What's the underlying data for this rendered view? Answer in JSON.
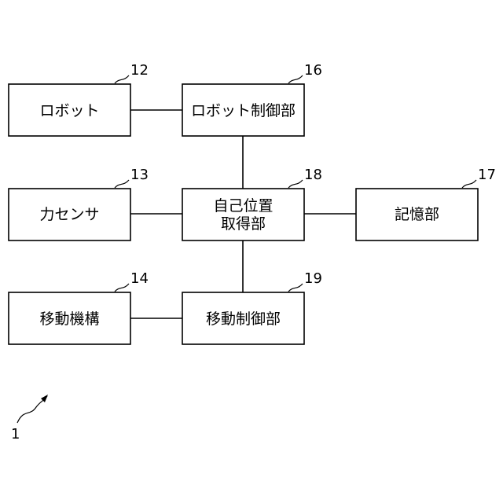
{
  "blocks": {
    "robot": {
      "label": "ロボット",
      "ref": "12"
    },
    "robot_control": {
      "label": "ロボット制御部",
      "ref": "16"
    },
    "force_sensor": {
      "label": "力センサ",
      "ref": "13"
    },
    "self_position": {
      "label_lines": [
        "自己位置",
        "取得部"
      ],
      "ref": "18"
    },
    "storage": {
      "label": "記憶部",
      "ref": "17"
    },
    "moving_mechanism": {
      "label": "移動機構",
      "ref": "14"
    },
    "movement_control": {
      "label": "移動制御部",
      "ref": "19"
    }
  },
  "system_ref": "1"
}
